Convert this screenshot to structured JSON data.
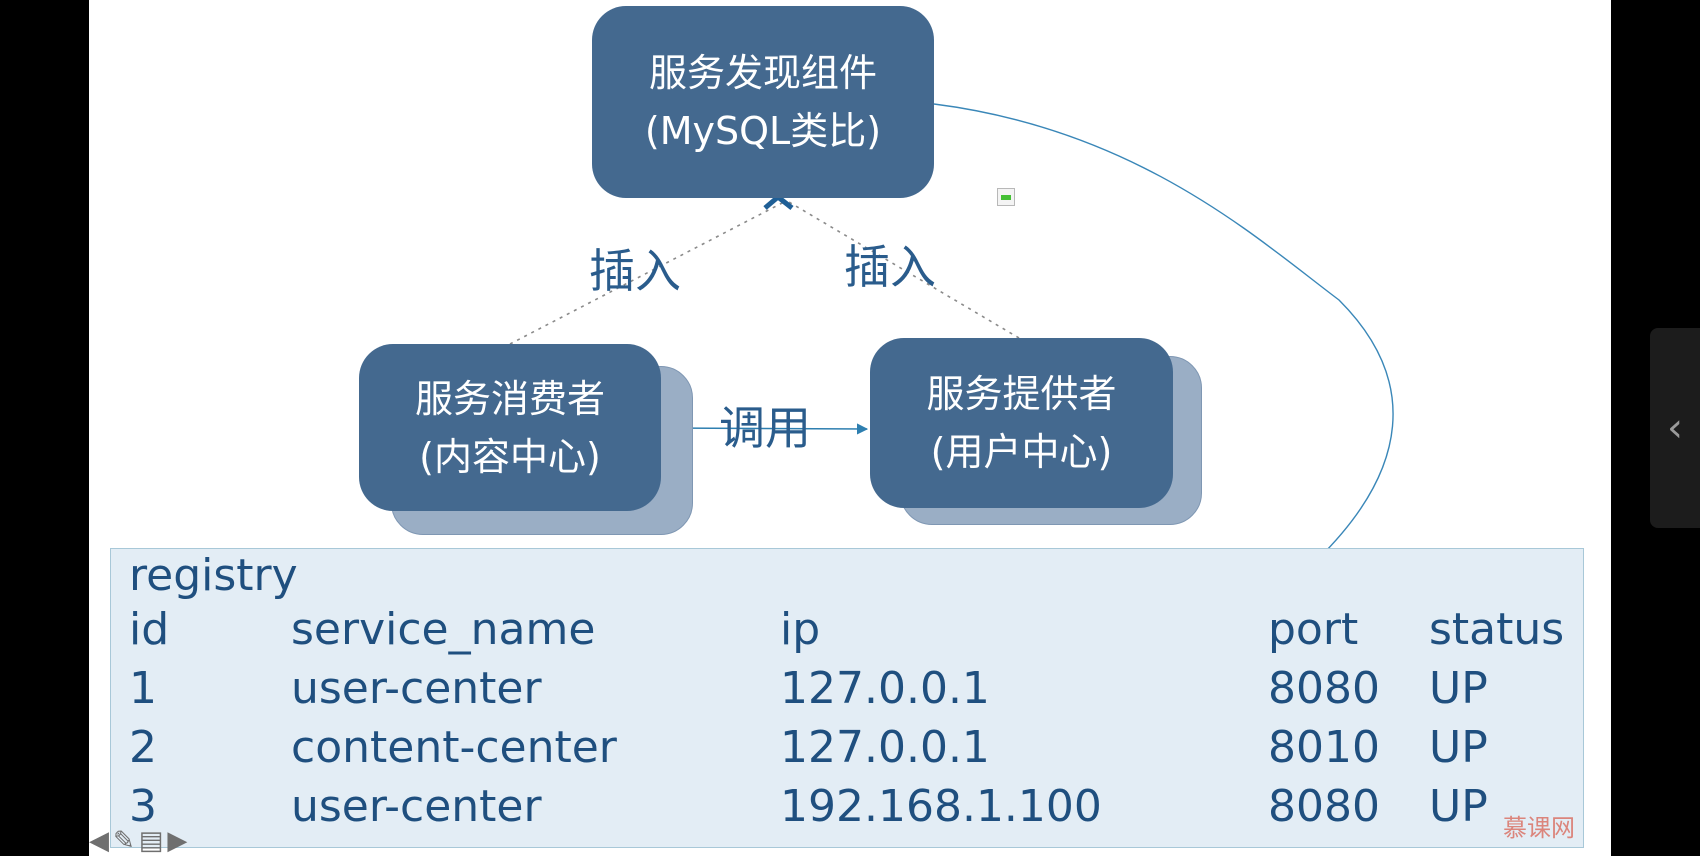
{
  "nodes": {
    "discovery": {
      "line1": "服务发现组件",
      "line2": "(MySQL类比)"
    },
    "consumer": {
      "line1": "服务消费者",
      "line2": "(内容中心)"
    },
    "provider": {
      "line1": "服务提供者",
      "line2": "(用户中心)"
    }
  },
  "edges": {
    "consumer_insert": "插入",
    "provider_insert": "插入",
    "call": "调用"
  },
  "registry": {
    "title": "registry",
    "columns": [
      "id",
      "service_name",
      "ip",
      "port",
      "status"
    ],
    "rows": [
      [
        "1",
        "user-center",
        "127.0.0.1",
        "8080",
        "UP"
      ],
      [
        "2",
        "content-center",
        "127.0.0.1",
        "8010",
        "UP"
      ],
      [
        "3",
        "user-center",
        "192.168.1.100",
        "8080",
        "UP"
      ]
    ]
  },
  "watermark": "慕课网",
  "colors": {
    "node_fill": "#44698f",
    "node_shadow": "#9aaec5",
    "text_blue": "#2a5c8c",
    "registry_fill": "#e3edf5",
    "edge_line": "#2e7fb0"
  },
  "icons": [
    "back-arrow-icon",
    "pen-icon",
    "notes-icon",
    "forward-arrow-icon",
    "chevron-left-icon",
    "collapse-icon"
  ]
}
